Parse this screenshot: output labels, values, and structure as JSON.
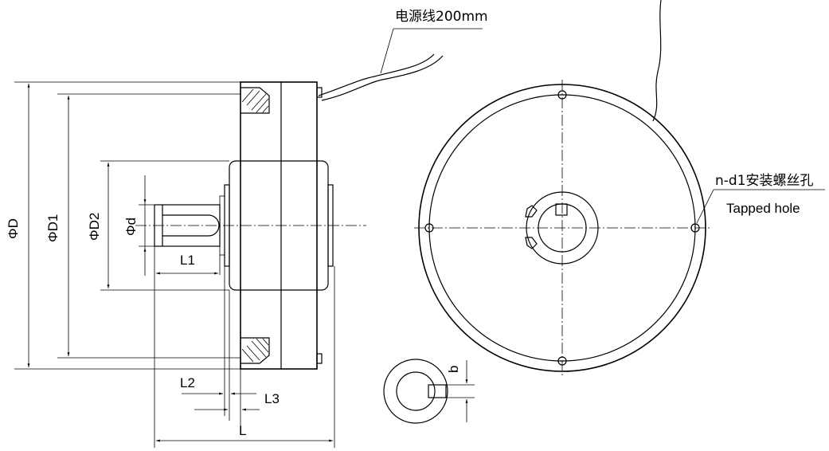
{
  "labels": {
    "cable": "电源线200mm",
    "tapped_hole_cn": "n-d1安装螺丝孔",
    "tapped_hole_en": "Tapped hole",
    "phi_D": "ΦD",
    "phi_D1": "ΦD1",
    "phi_D2": "ΦD2",
    "phi_d": "Φd",
    "L": "L",
    "L1": "L1",
    "L2": "L2",
    "L3": "L3",
    "b": "b"
  }
}
